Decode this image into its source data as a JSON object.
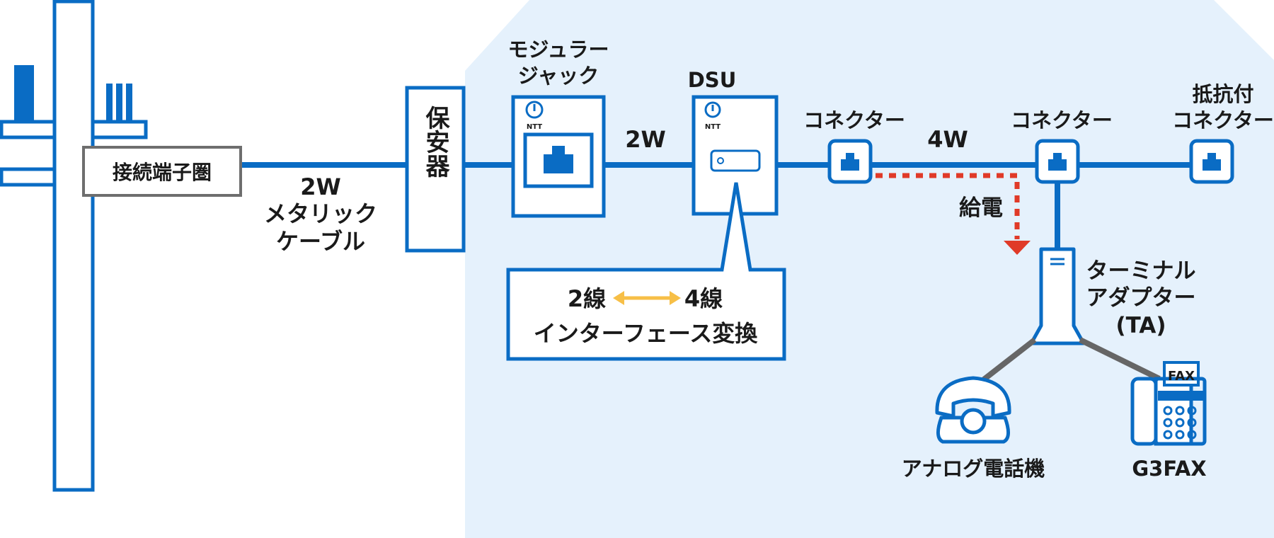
{
  "colors": {
    "line": "#0a6cc4",
    "area_bg": "#e5f1fc",
    "red_dash": "#e03a28",
    "arrow_yellow": "#f7bf47",
    "gray": "#666666",
    "text": "#1a1a1a"
  },
  "labels": {
    "pole_terminal": "接続端子圏",
    "cable_line1": "2W",
    "cable_line2": "メタリック",
    "cable_line3": "ケーブル",
    "protector": "保安器",
    "modular_line1": "モジュラー",
    "modular_line2": "ジャック",
    "ntt_mark_1": "NTT",
    "ntt_mark_2": "NTT",
    "link_2w": "2W",
    "dsu": "DSU",
    "callout_2wire": "2線",
    "callout_4wire": "4線",
    "callout_text": "インターフェース変換",
    "connector1": "コネクター",
    "link_4w": "4W",
    "connector2": "コネクター",
    "term_conn_line1": "抵抗付",
    "term_conn_line2": "コネクター",
    "power_feed": "給電",
    "ta_line1": "ターミナル",
    "ta_line2": "アダプター",
    "ta_line3": "(TA)",
    "analog_phone": "アナログ電話機",
    "fax_screen": "FAX",
    "g3fax": "G3FAX"
  },
  "icons": {
    "pole": "utility-pole-icon",
    "jack": "rj-jack-icon",
    "phone": "telephone-icon",
    "fax": "fax-machine-icon",
    "ta": "terminal-adapter-icon"
  }
}
